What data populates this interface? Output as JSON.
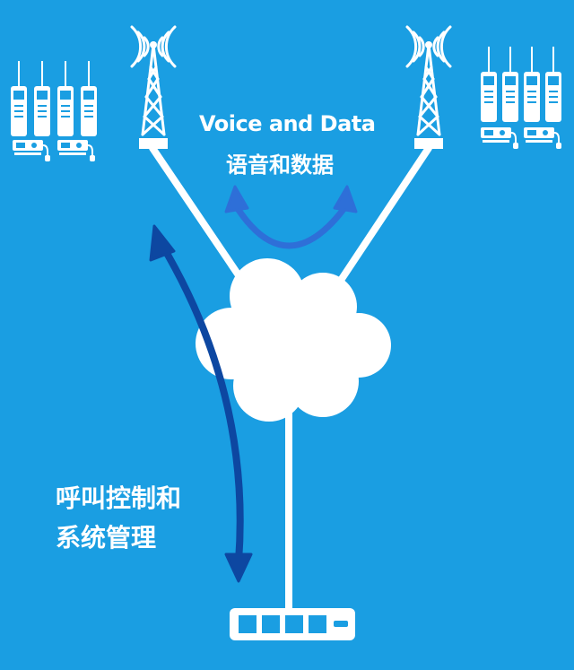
{
  "colors": {
    "background": "#1a9ee2",
    "foreground": "#ffffff",
    "voice_arrow": "#2e6fd8",
    "control_arrow": "#0d47a1"
  },
  "labels": {
    "voice_data_en": "Voice and Data",
    "voice_data_zh": "语音和数据",
    "control_line1": "呼叫控制和",
    "control_line2": "系统管理"
  },
  "icons": {
    "towers": [
      "radio-tower-icon",
      "radio-tower-icon"
    ],
    "radio_groups": [
      "handheld-radio-icon",
      "mobile-radio-icon"
    ],
    "cloud": "cloud-network-icon",
    "controller": "network-switch-icon",
    "arrows": [
      "double-arrow-voice-icon",
      "double-arrow-control-icon"
    ]
  }
}
